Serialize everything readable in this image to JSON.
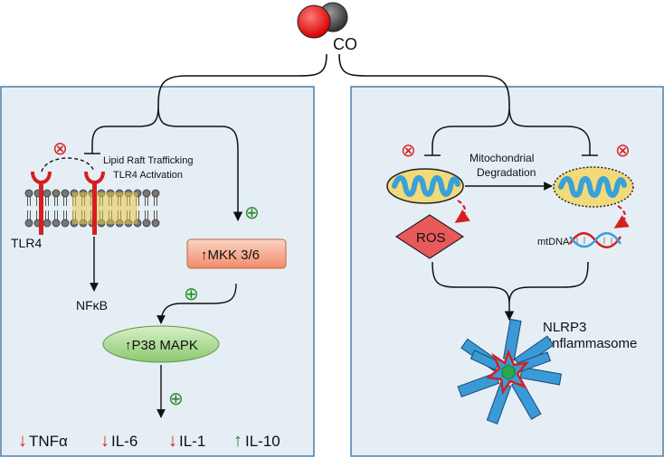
{
  "molecule": {
    "label": "CO"
  },
  "left_panel": {
    "inhibit_sign": "⊗",
    "lipid_raft_line1": "Lipid Raft Trafficking",
    "lipid_raft_line2": "TLR4 Activation",
    "tlr4_label": "TLR4",
    "nfkb_label": "NFκB",
    "activate_sign": "⊕",
    "mkk_label": "↑MKK 3/6",
    "p38_label": "↑P38 MAPK",
    "cytokines": [
      {
        "arrow": "↓",
        "name": "TNFα",
        "color": "#d42020"
      },
      {
        "arrow": "↓",
        "name": "IL-6",
        "color": "#d42020"
      },
      {
        "arrow": "↓",
        "name": "IL-1",
        "color": "#d42020"
      },
      {
        "arrow": "↑",
        "name": "IL-10",
        "color": "#2a7a2a"
      }
    ]
  },
  "right_panel": {
    "degradation_line1": "Mitochondrial",
    "degradation_line2": "Degradation",
    "ros_label": "ROS",
    "mtdna_label": "mtDNA",
    "nlrp3_line1": "NLRP3",
    "nlrp3_line2": "Inflammasome"
  },
  "colors": {
    "panel_bg": "#e6eef5",
    "panel_border": "#4b7fa8",
    "inhibit_red": "#d42020",
    "activate_green": "#2a8a2a",
    "mkk_fill": "#f5a488",
    "p38_fill": "#a8d890",
    "ros_fill": "#e85a5a",
    "mito_outer": "#f2d97a",
    "mito_cristae": "#3aa0d8",
    "inflammasome_blue": "#3a9ad8"
  }
}
